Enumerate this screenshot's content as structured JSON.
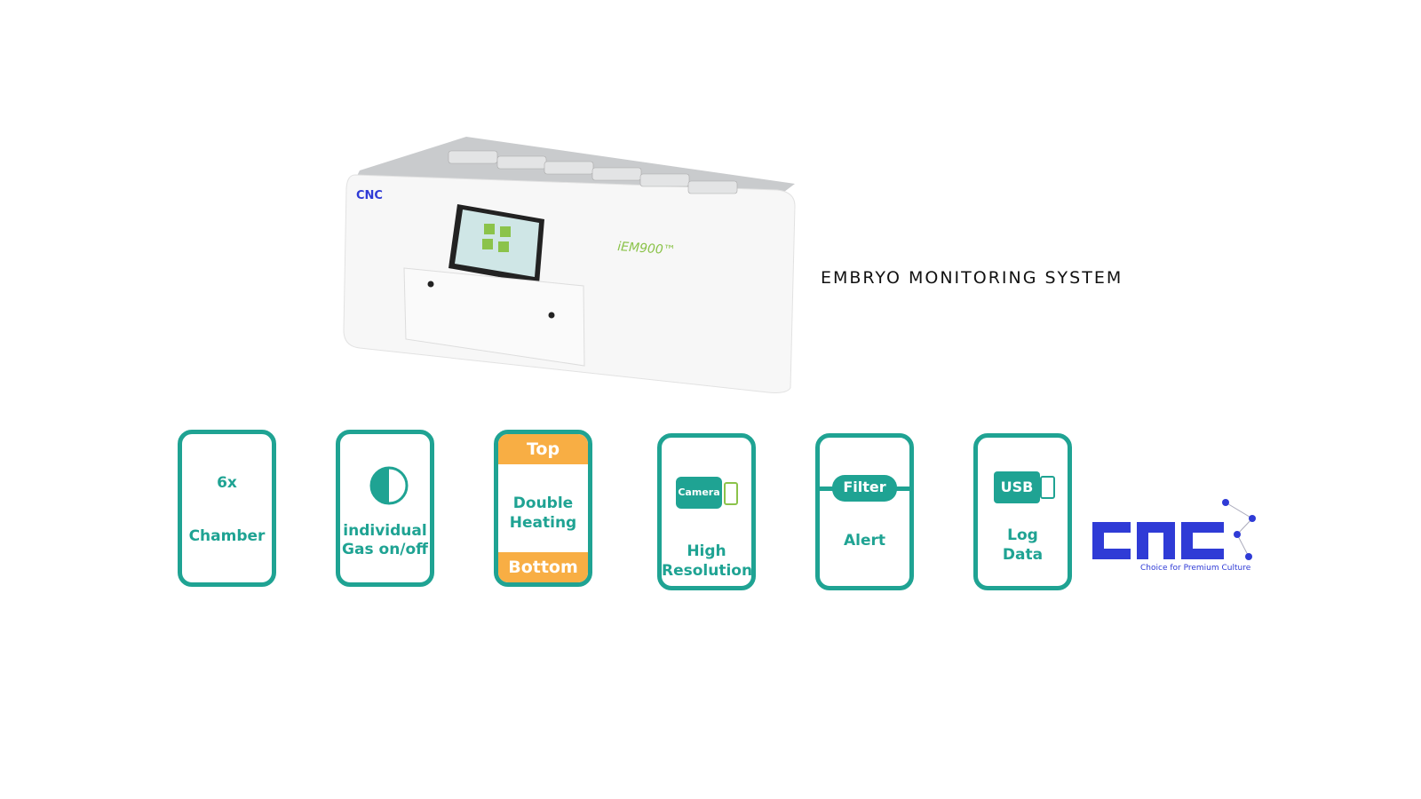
{
  "product": {
    "brand": "CNC",
    "model": "iEM900™"
  },
  "title": "EMBRYO MONITORING SYSTEM",
  "features": [
    {
      "big": "6x",
      "label": "Chamber"
    },
    {
      "icon": "half-circle-icon",
      "label1": "individual",
      "label2": "Gas on/off"
    },
    {
      "top": "Top",
      "label1": "Double",
      "label2": "Heating",
      "bottom": "Bottom"
    },
    {
      "badge": "Camera",
      "label1": "High",
      "label2": "Resolution"
    },
    {
      "badge": "Filter",
      "label": "Alert"
    },
    {
      "badge": "USB",
      "label1": "Log",
      "label2": "Data"
    }
  ],
  "logo": {
    "name": "CNC",
    "tagline": "Choice for Premium Culture"
  },
  "colors": {
    "teal": "#1fa393",
    "orange": "#f8ae44",
    "logo_blue": "#2f3bd6"
  }
}
